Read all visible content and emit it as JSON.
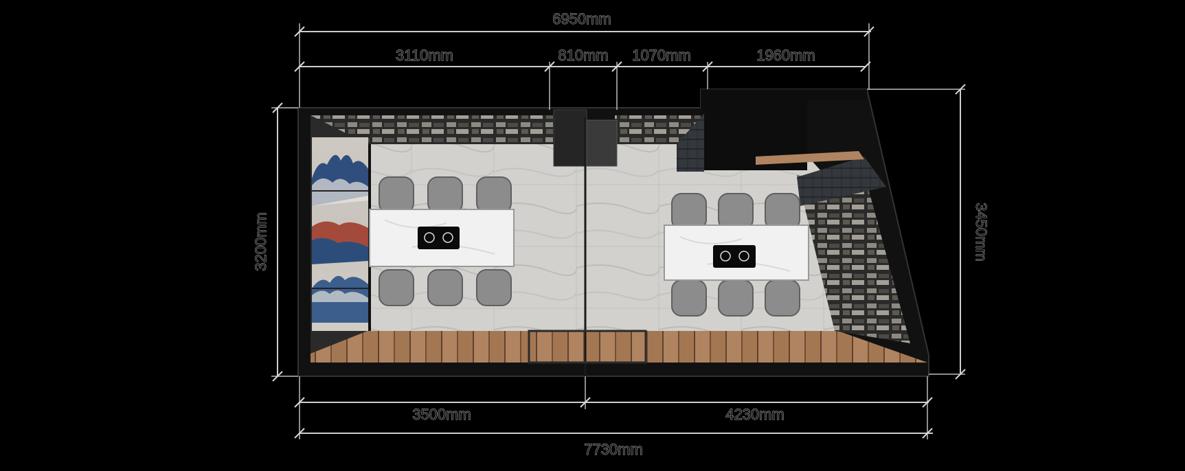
{
  "dimensions": {
    "top_total": "6950mm",
    "top_seg1": "3110mm",
    "top_seg2": "810mm",
    "top_seg3": "1070mm",
    "top_seg4": "1960mm",
    "bottom_seg1": "3500mm",
    "bottom_seg2": "4230mm",
    "bottom_total": "7730mm",
    "left_height": "3200mm",
    "right_height": "3450mm"
  },
  "colors": {
    "background": "#000000",
    "floor": "#cfcfcc",
    "wood": "#a77b55",
    "tabletop": "#f2f2f2",
    "chair": "#8f8f8f",
    "wall_cladding": "#2e2e2e",
    "mural_sky": "#c8c4bd",
    "mural_wave": "#2c4d7a"
  },
  "rooms": [
    {
      "name": "left-dining-room",
      "table_chairs": 6,
      "hob_icon": "induction-hob-icon"
    },
    {
      "name": "right-dining-room",
      "table_chairs": 6,
      "hob_icon": "induction-hob-icon"
    }
  ]
}
